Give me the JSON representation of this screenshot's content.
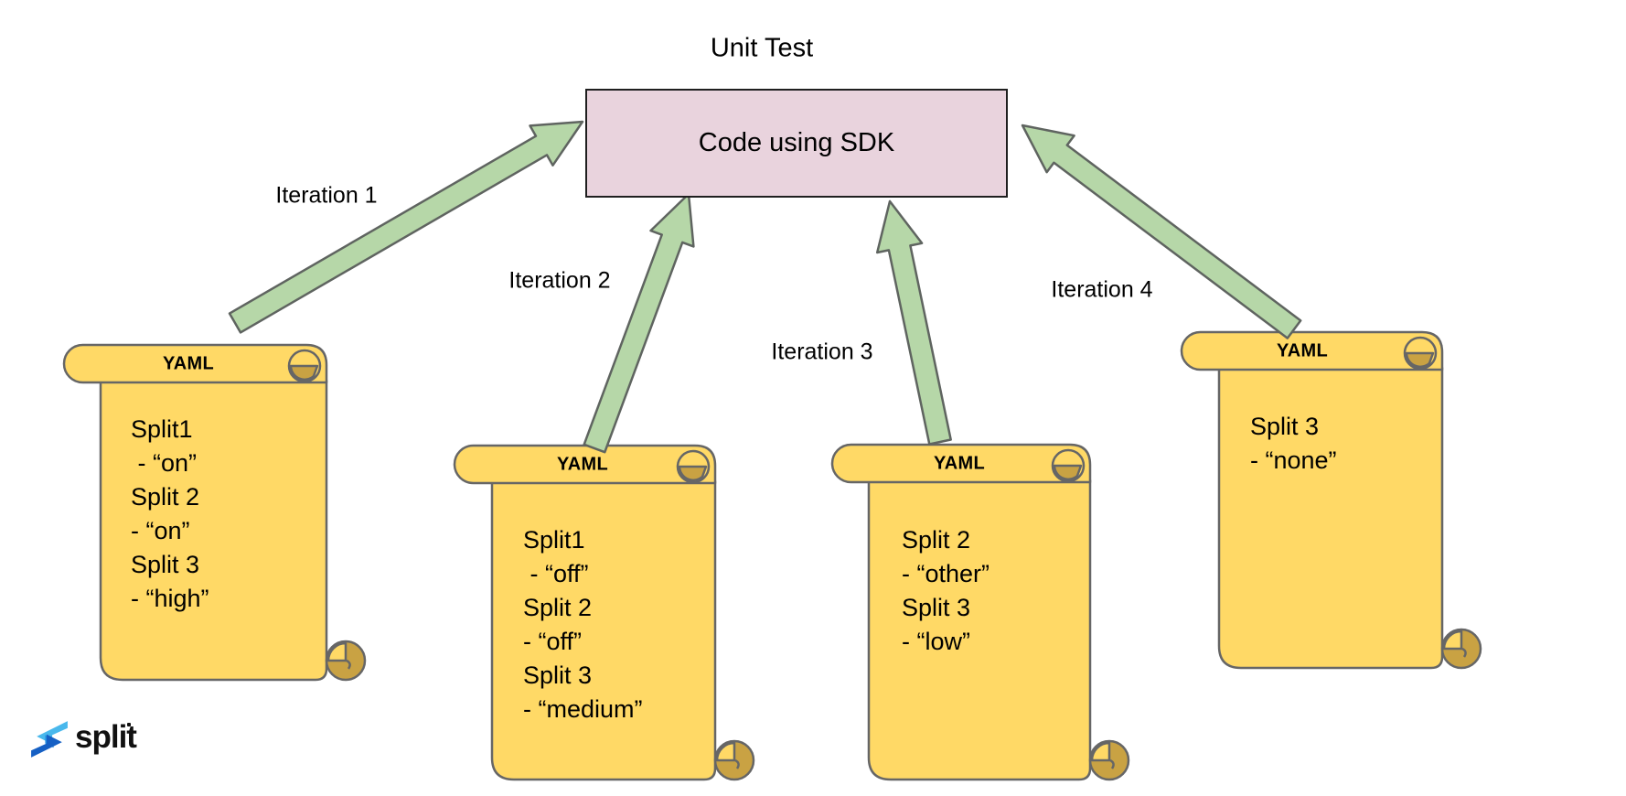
{
  "title": "Unit Test",
  "sdk_box": {
    "label": "Code using SDK"
  },
  "iterations": [
    {
      "label": "Iteration 1"
    },
    {
      "label": "Iteration 2"
    },
    {
      "label": "Iteration 3"
    },
    {
      "label": "Iteration 4"
    }
  ],
  "scrolls": [
    {
      "header": "YAML",
      "lines": [
        "Split1",
        " - “on”",
        "Split 2",
        "- “on”",
        "Split 3",
        "- “high”"
      ]
    },
    {
      "header": "YAML",
      "lines": [
        "Split1",
        " - “off”",
        "Split 2",
        "- “off”",
        "Split 3",
        "- “medium”"
      ]
    },
    {
      "header": "YAML",
      "lines": [
        "Split 2",
        "- “other”",
        "Split 3",
        "- “low”"
      ]
    },
    {
      "header": "YAML",
      "lines": [
        "Split 3",
        "- “none”"
      ]
    }
  ],
  "logo": {
    "wordmark": "split"
  },
  "colors": {
    "arrow_fill": "#b6d7a8",
    "arrow_stroke": "#5f6460",
    "scroll_fill": "#ffd966",
    "scroll_stroke": "#666666",
    "scroll_curl": "#c9a243",
    "box_fill": "#e9d3dd",
    "box_border": "#1f1f1f",
    "logo_blue_light": "#49b8ec",
    "logo_blue_mid": "#2490e2",
    "logo_blue_dark": "#1660c4",
    "text": "#000000"
  }
}
